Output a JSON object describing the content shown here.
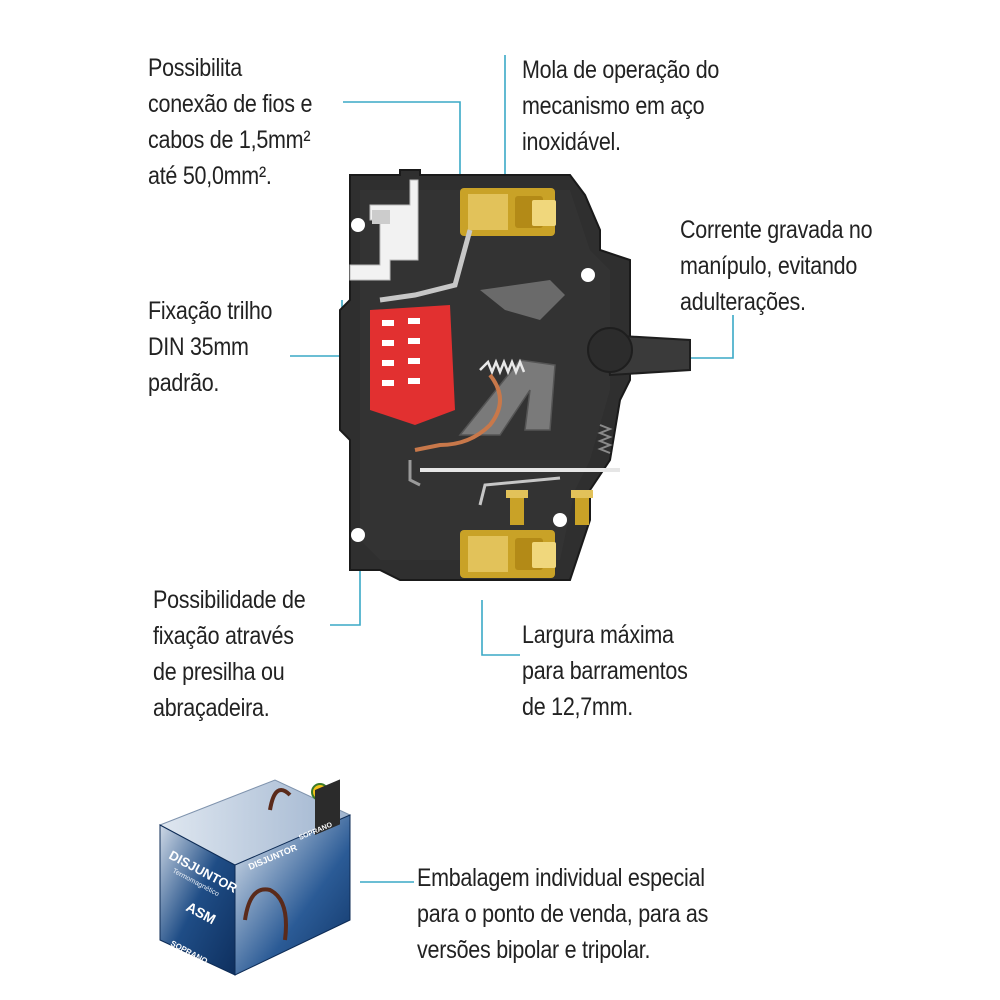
{
  "colors": {
    "text": "#222222",
    "leader_line": "#3aa9c6",
    "housing": "#2b2b2b",
    "terminal_brass": "#c9a227",
    "arc_chute": "#e23030",
    "copper": "#c8784a"
  },
  "annotations": {
    "wire_connection": [
      "Possibilita",
      "conexão de fios e",
      "cabos de 1,5mm²",
      "até 50,0mm²."
    ],
    "spring": [
      "Mola de operação do",
      "mecanismo em aço",
      "inoxidável."
    ],
    "engraved_current": [
      "Corrente gravada no",
      "manípulo, evitando",
      "adulterações."
    ],
    "din_rail": [
      "Fixação trilho",
      "DIN 35mm",
      "padrão."
    ],
    "clip_mount": [
      "Possibilidade de",
      "fixação através",
      "de presilha ou",
      "abraçadeira."
    ],
    "busbar_width": [
      " Largura máxima",
      "para barramentos",
      "de 12,7mm."
    ],
    "packaging": [
      " Embalagem individual especial",
      "para o ponto de venda, para as",
      "versões bipolar e tripolar."
    ]
  },
  "package": {
    "front_title": "DISJUNTOR",
    "front_subtitle": "Termomagnético",
    "model": "ASM",
    "brand": "SOPRANO"
  }
}
